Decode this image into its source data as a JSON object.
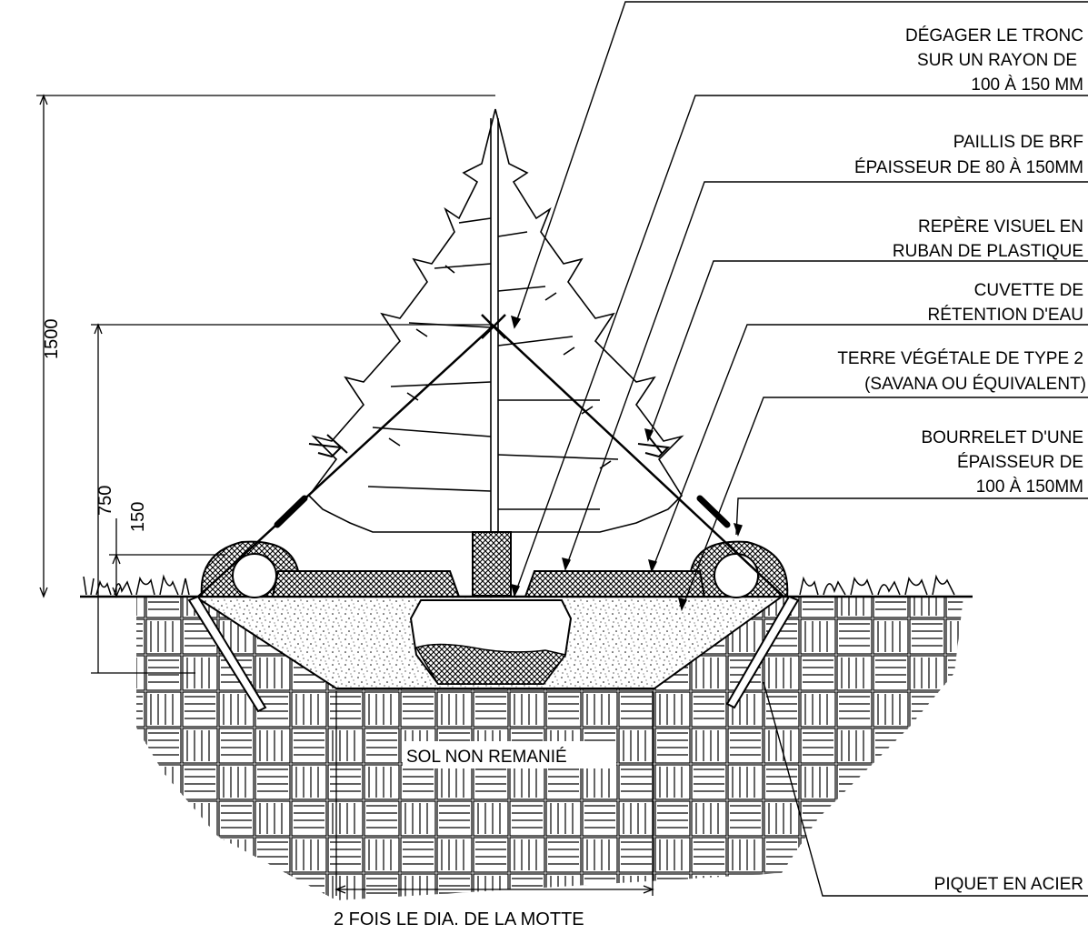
{
  "callouts": [
    {
      "lines": [
        "DÉGAGER LE TRONC",
        "SUR UN RAYON DE",
        "100 À 150 MM"
      ]
    },
    {
      "lines": [
        "PAILLIS DE BRF",
        "ÉPAISSEUR DE 80 À 150MM"
      ]
    },
    {
      "lines": [
        "REPÈRE VISUEL EN",
        "RUBAN DE PLASTIQUE"
      ]
    },
    {
      "lines": [
        "CUVETTE DE",
        "RÉTENTION D'EAU"
      ]
    },
    {
      "lines": [
        "TERRE VÉGÉTALE DE TYPE 2",
        "(SAVANA OU ÉQUIVALENT)"
      ]
    },
    {
      "lines": [
        "BOURRELET D'UNE",
        "ÉPAISSEUR DE",
        "100 À 150MM"
      ]
    },
    {
      "lines": [
        "PIQUET EN ACIER"
      ]
    }
  ],
  "dimensions": {
    "total_height": "1500",
    "mid_height": "750",
    "mound_height": "150",
    "pit_width": "2 FOIS LE DIA. DE LA MOTTE"
  },
  "soil_label": "SOL NON REMANIÉ"
}
